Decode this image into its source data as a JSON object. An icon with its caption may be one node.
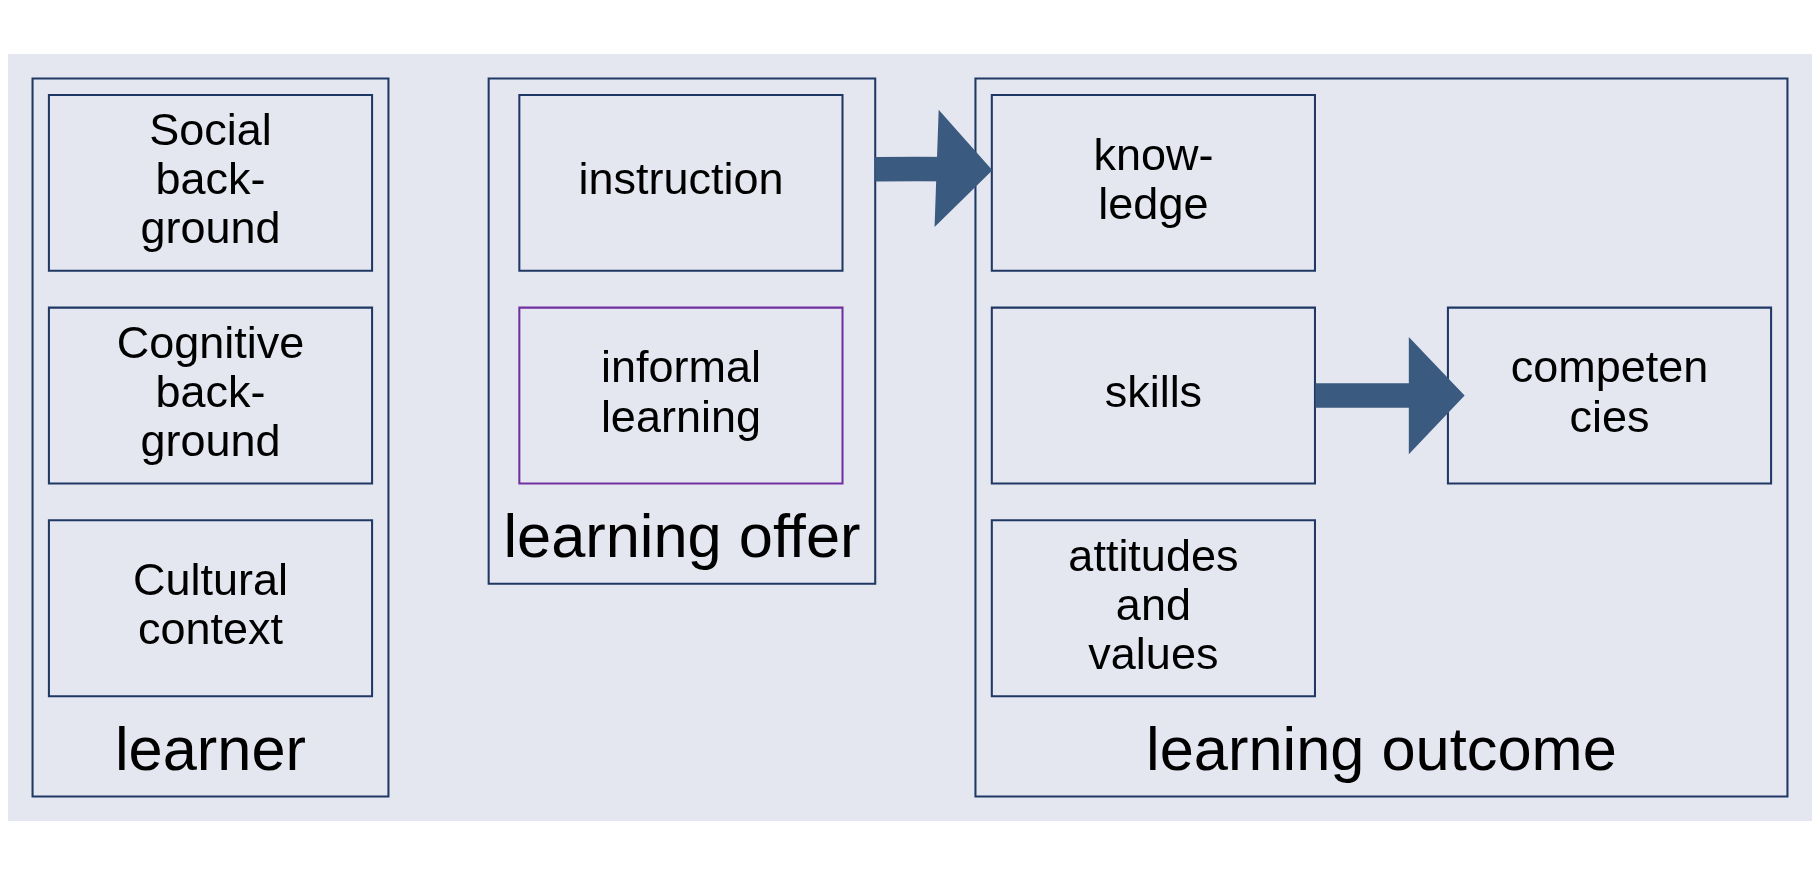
{
  "diagram": {
    "nodes": [
      {
        "text": [
          "learner"
        ]
      },
      {
        "text": [
          "Social back- ground"
        ],
        "in": 0
      },
      {
        "text": [
          "Cognitive back- ground"
        ],
        "in": 0
      },
      {
        "text": [
          "Cultural context"
        ],
        "in": 0
      },
      {
        "text": [
          "learning offer"
        ]
      },
      {
        "text": [
          "instruction"
        ],
        "in": 4
      },
      {
        "text": [
          "informal learning"
        ],
        "in": 4
      },
      {
        "text": [
          "learning outcome"
        ]
      },
      {
        "text": [
          "know- ledge"
        ],
        "in": 7
      },
      {
        "text": [
          "skills"
        ],
        "in": 7
      },
      {
        "text": [
          "attitudes and values"
        ],
        "in": 7
      },
      {
        "text": [
          "competen cies"
        ],
        "in": 7
      }
    ],
    "edges": [
      {
        "from": 4,
        "to": 7,
        "arrow": "to"
      },
      {
        "from": 9,
        "to": 11,
        "arrow": "to"
      }
    ]
  }
}
